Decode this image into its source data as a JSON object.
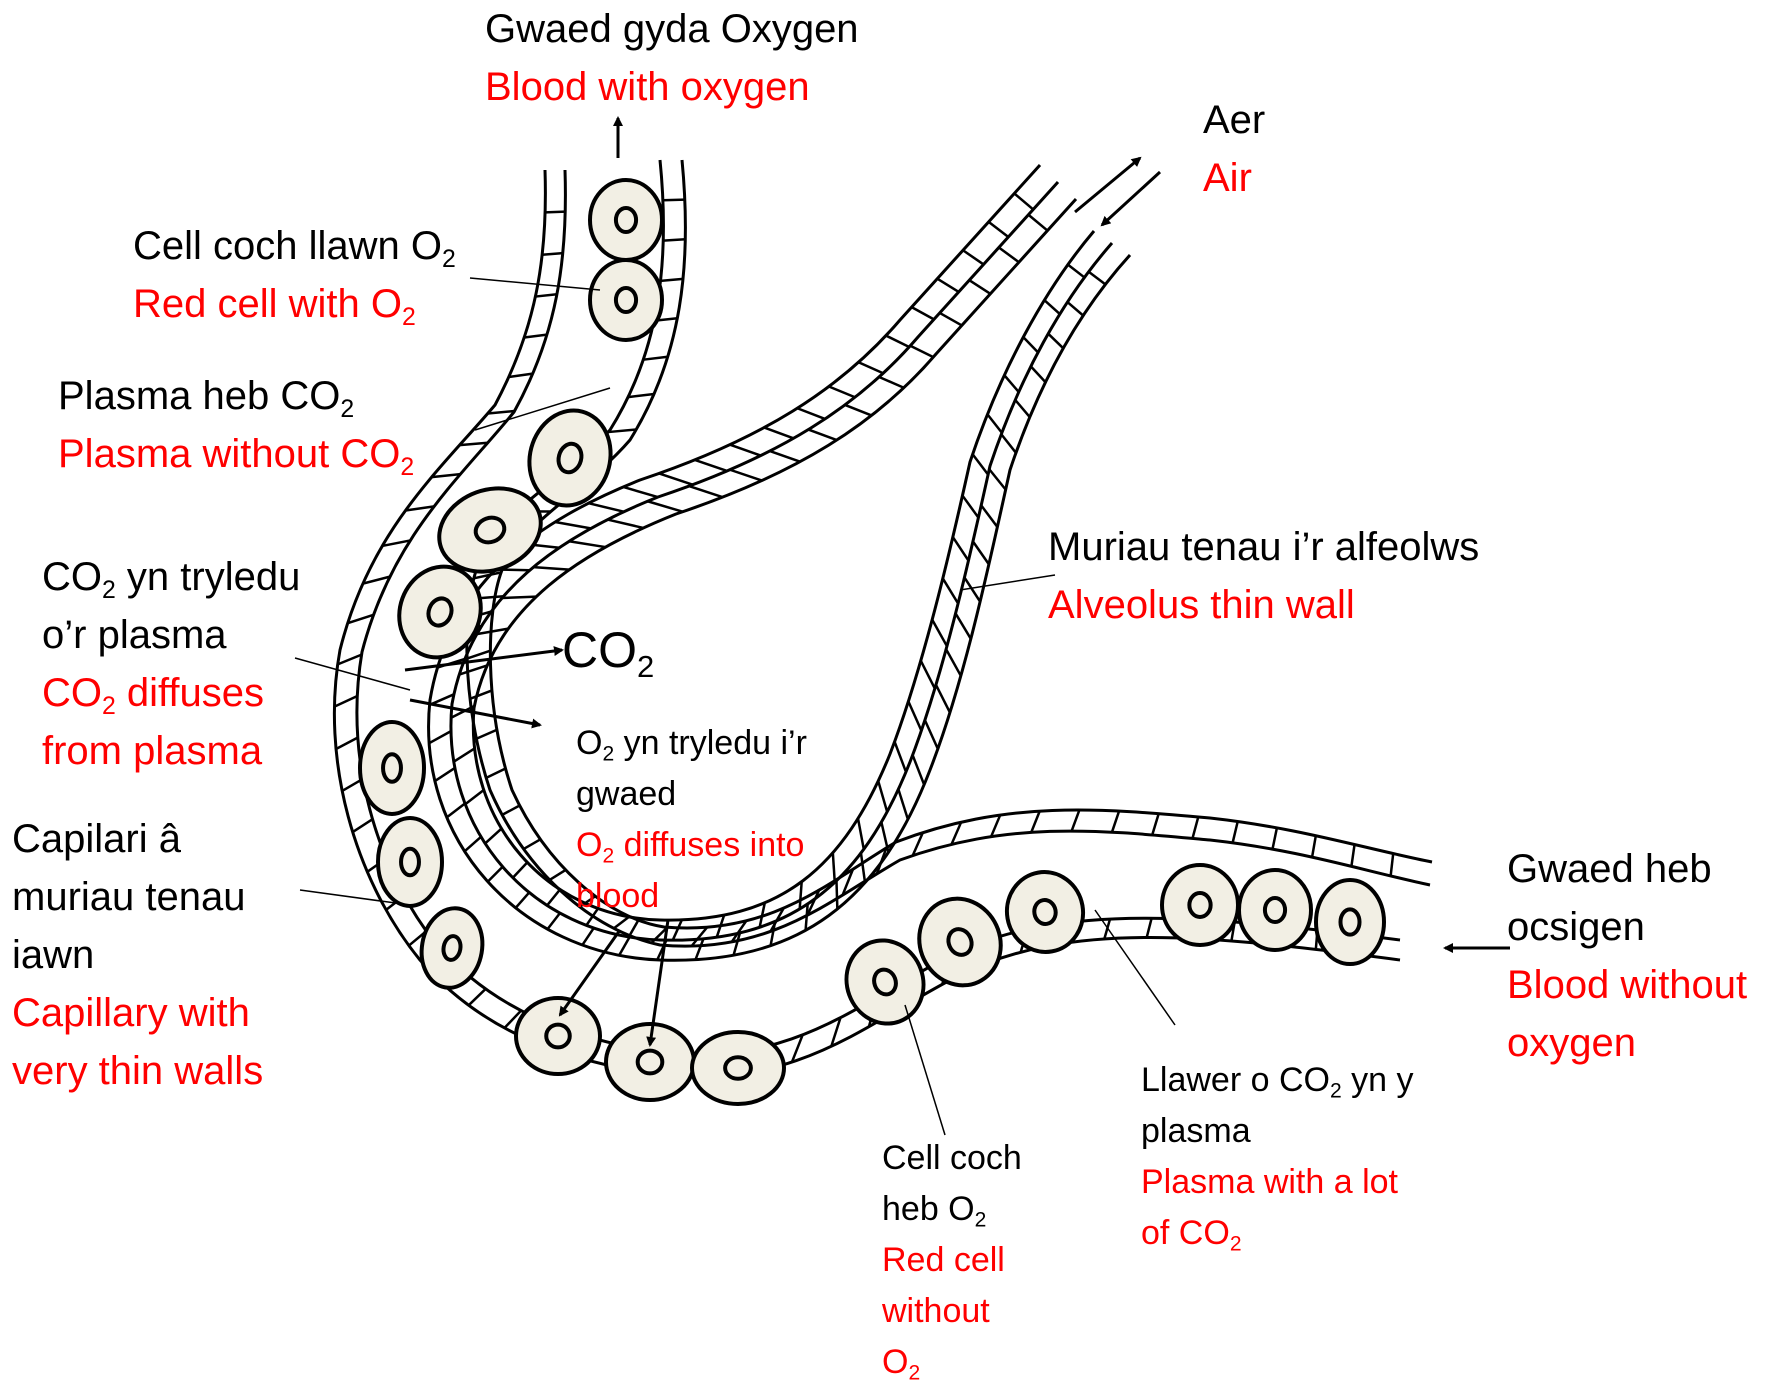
{
  "colors": {
    "english": "#ff0000",
    "welsh": "#000000",
    "cell_fill": "#f2efe4",
    "outline": "#000000"
  },
  "labels": {
    "blood_out": {
      "welsh": "Gwaed gyda Oxygen",
      "english": "Blood with oxygen"
    },
    "air": {
      "welsh": "Aer",
      "english": "Air"
    },
    "red_full": {
      "welsh_pre": "Cell coch llawn O",
      "welsh_sub": "2",
      "english_pre": "Red cell with O",
      "english_sub": "2"
    },
    "plasma_no": {
      "welsh_pre": "Plasma heb CO",
      "welsh_sub": "2",
      "english_pre": "Plasma without CO",
      "english_sub": "2"
    },
    "co2_diff": {
      "w1_pre": "CO",
      "w1_sub": "2",
      "w1_post": " yn tryledu",
      "w2": "o’r plasma",
      "e1_pre": "CO",
      "e1_sub": "2",
      "e1_post": " diffuses",
      "e2": "from plasma"
    },
    "co2_arrow": {
      "pre": "CO",
      "sub": "2"
    },
    "o2_diff": {
      "w1_pre": "O",
      "w1_sub": "2",
      "w1_post": " yn tryledu i’r",
      "w2": "gwaed",
      "e1_pre": "O",
      "e1_sub": "2",
      "e1_post": " diffuses into",
      "e2": "blood"
    },
    "capillary": {
      "w1": "Capilari â",
      "w2": "muriau tenau",
      "w3": "iawn",
      "e1": "Capillary with",
      "e2": "very thin walls"
    },
    "alveolus": {
      "welsh": "Muriau tenau i’r alfeolws",
      "english": "Alveolus thin wall"
    },
    "blood_in": {
      "w1": "Gwaed heb",
      "w2": "ocsigen",
      "e1": "Blood without",
      "e2": "oxygen"
    },
    "plasma_lot": {
      "w1_pre": "Llawer o CO",
      "w1_sub": "2",
      "w1_post": " yn y",
      "w2": "plasma",
      "e1": "Plasma with a lot",
      "e2_pre": "of CO",
      "e2_sub": "2"
    },
    "red_empty": {
      "w1": "Cell coch",
      "w2_pre": "heb O",
      "w2_sub": "2",
      "e1": "Red cell",
      "e2": "without",
      "e3_pre": "O",
      "e3_sub": "2"
    }
  }
}
